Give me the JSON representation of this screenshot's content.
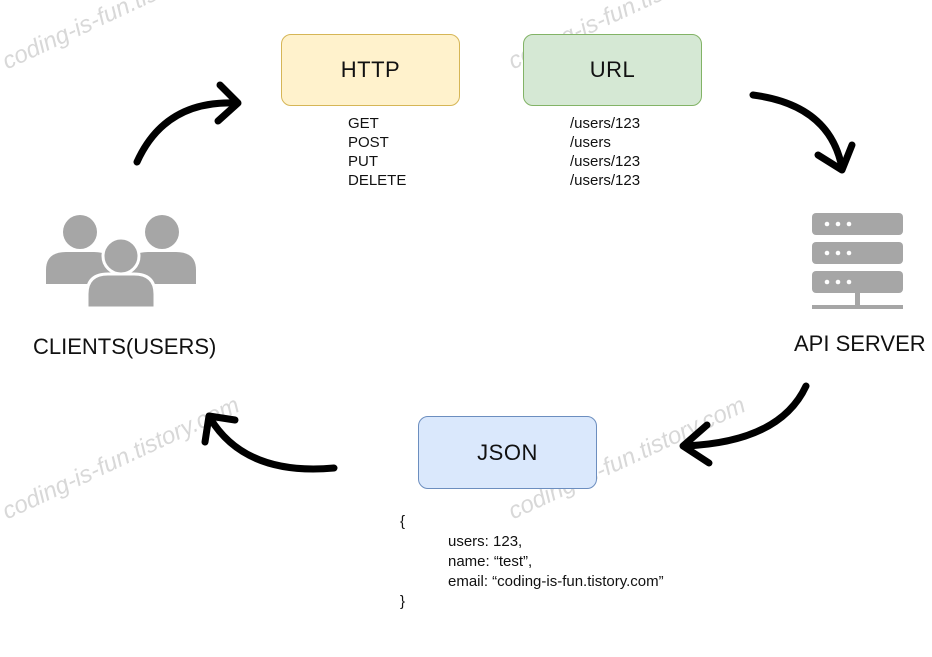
{
  "watermark": "coding-is-fun.tistory.com",
  "http": {
    "title": "HTTP",
    "methods": [
      "GET",
      "POST",
      "PUT",
      "DELETE"
    ]
  },
  "url": {
    "title": "URL",
    "paths": [
      "/users/123",
      "/users",
      "/users/123",
      "/users/123"
    ]
  },
  "clients": {
    "label": "CLIENTS(USERS)",
    "icon": "users-group-icon"
  },
  "server": {
    "label": "API SERVER",
    "icon": "server-icon"
  },
  "json": {
    "title": "JSON",
    "open_brace": "{",
    "lines": [
      "users: 123,",
      "name: “test”,",
      "email: “coding-is-fun.tistory.com”"
    ],
    "close_brace": "}"
  },
  "colors": {
    "http_fill": "#fff2cc",
    "url_fill": "#d5e8d4",
    "json_fill": "#dae8fc",
    "icon_gray": "#a6a6a6",
    "arrow": "#000000"
  }
}
